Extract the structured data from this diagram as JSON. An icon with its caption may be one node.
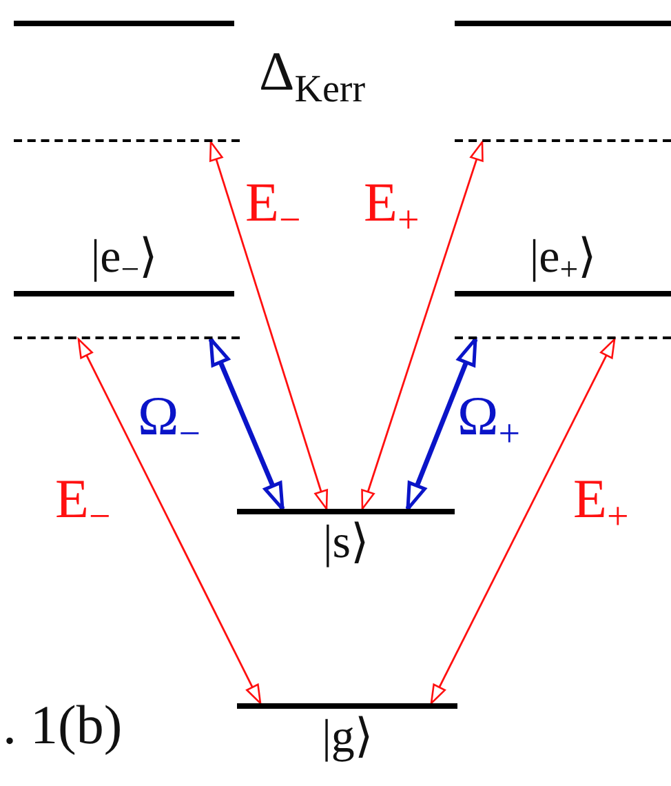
{
  "diagram": {
    "nodes": [
      {
        "text": [],
        "shape": "bar"
      },
      {
        "text": [],
        "shape": "bar"
      },
      {
        "text": [],
        "shape": "line"
      },
      {
        "text": [],
        "shape": "line"
      },
      {
        "text": [
          "|e$_{−}$⟩"
        ]
      },
      {
        "text": [
          "|e$_{+}$⟩"
        ]
      },
      {
        "text": [],
        "shape": "line"
      },
      {
        "text": [],
        "shape": "line"
      },
      {
        "text": [
          "|s⟩"
        ]
      },
      {
        "text": [
          "|g⟩"
        ]
      }
    ],
    "edges": [
      {
        "from": 8,
        "to": 2,
        "arrow": "both",
        "label": "E$_{−}$"
      },
      {
        "from": 8,
        "to": 3,
        "arrow": "both",
        "label": "E$_{+}$"
      },
      {
        "from": 8,
        "to": 6,
        "arrow": "both",
        "label": "Ω$_{−}$",
        "style": "thick",
        "color": "#0a14c8"
      },
      {
        "from": 8,
        "to": 7,
        "arrow": "both",
        "label": "Ω$_{+}$",
        "style": "thick",
        "color": "#0a14c8"
      },
      {
        "from": 9,
        "to": 6,
        "arrow": "both",
        "label": "E$_{−}$"
      },
      {
        "from": 9,
        "to": 7,
        "arrow": "both",
        "label": "E$_{+}$"
      }
    ],
    "labels": [
      "Δ$_{Kerr}$",
      ". 1(b)"
    ]
  }
}
